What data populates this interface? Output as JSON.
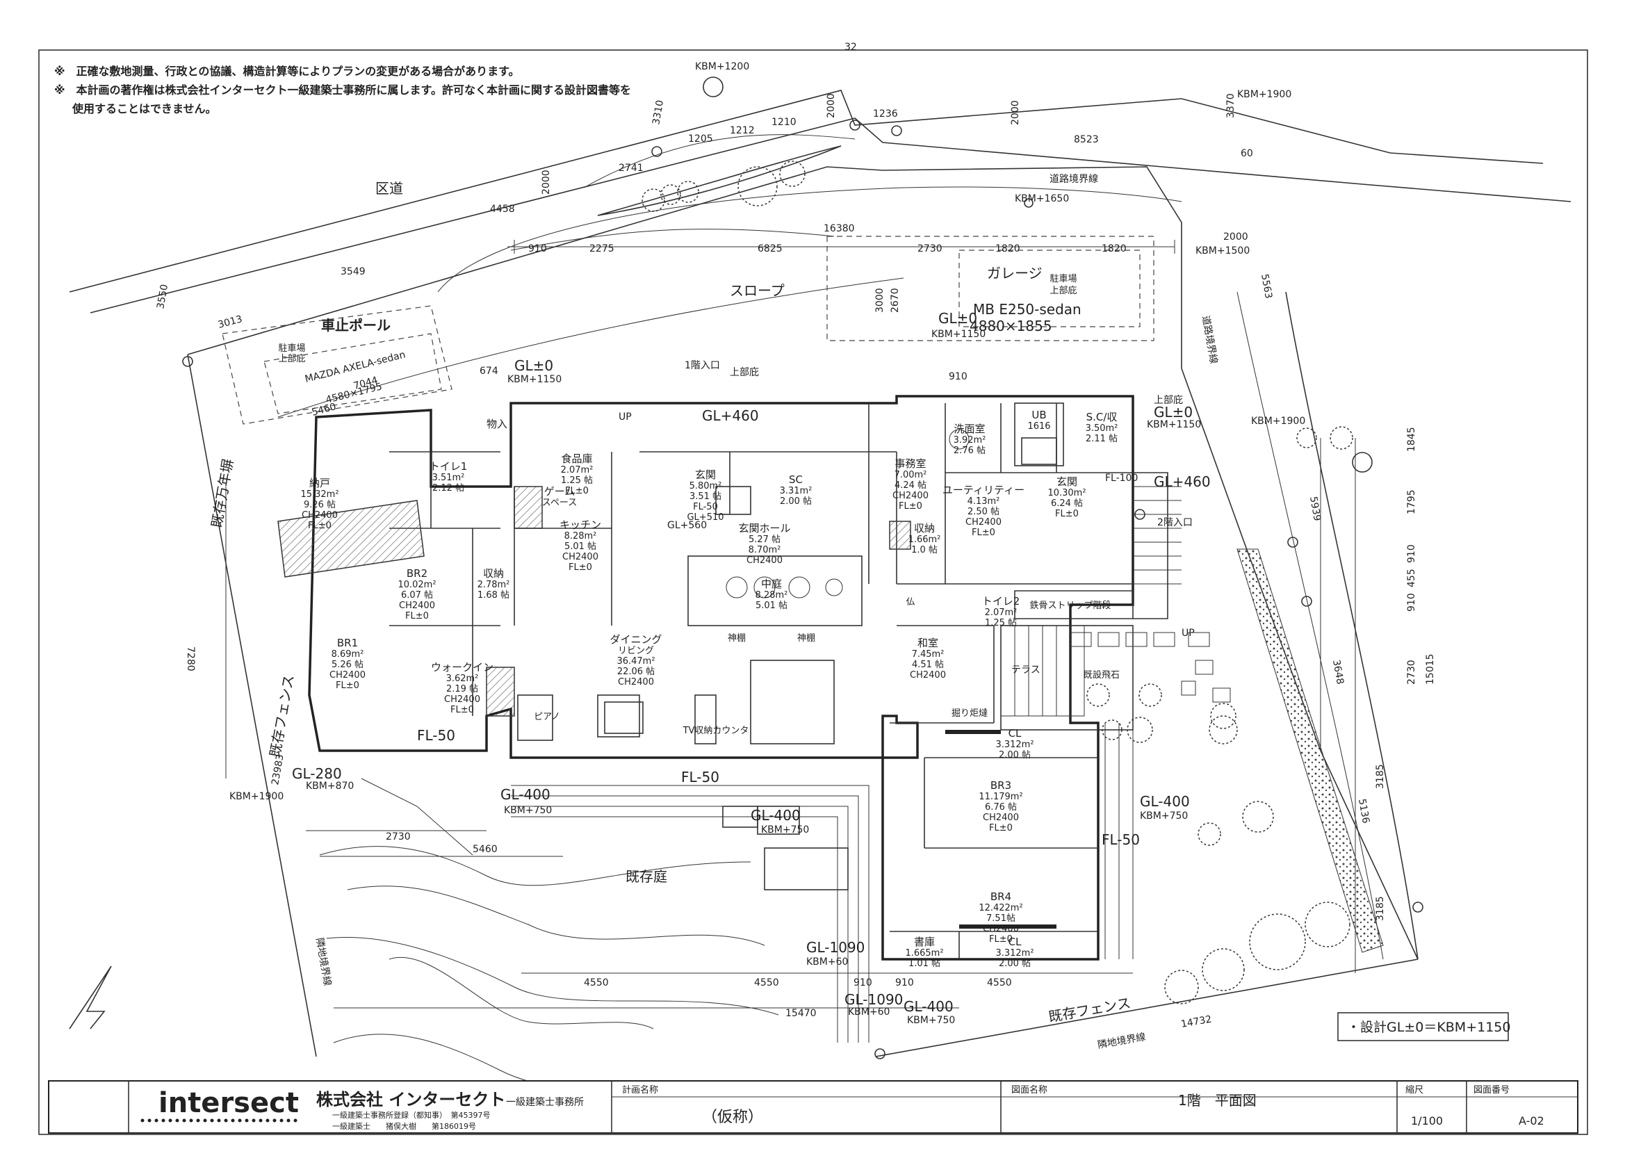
{
  "notes": [
    "※　正確な敷地測量、行政との協議、構造計算等によりプランの変更がある場合があります。",
    "※　本計画の著作権は株式会社インターセクト一級建築士事務所に属します。許可なく本計画に関する設計図書等を",
    "使用することはできません。"
  ],
  "site_labels": {
    "road": "区道",
    "slope": "スロープ",
    "garage": "ガレージ",
    "car_stop": "車止ポール",
    "parking_top_1": "駐車場",
    "parking_top_2": "上部庇",
    "parking_right_1": "駐車場",
    "parking_right_2": "上部庇",
    "car_left_1": "MAZDA AXELA-sedan",
    "car_left_2": "4580×1795",
    "car_right_1": "MB E250-sedan",
    "car_right_2": "4880×1855",
    "entrance1": "1階入口",
    "eave": "上部庇",
    "eave2": "上部庇",
    "entrance2": "2階入口",
    "existing_wall_left": "既存万年塀",
    "existing_fence_left": "既存フェンス",
    "existing_fence_bottom": "既存フェンス",
    "existing_garden": "既存庭",
    "terrace": "テラス",
    "horigotatsu": "掘り炬燵",
    "gl0": "GL±0",
    "kbm1150": "KBM+1150",
    "gl460": "GL+460",
    "gl560": "GL+560",
    "gl_minus400": "GL-400",
    "gl_minus1090": "GL-1090",
    "gl_minus280": "GL-280",
    "kbm750": "KBM+750",
    "kbm60": "KBM+60",
    "kbm870": "KBM+870",
    "kbm1900": "KBM+1900",
    "kbm1200": "KBM+1200",
    "kbm1650": "KBM+1650",
    "kbm1500": "KBM+1500",
    "fl_minus50": "FL-50",
    "fl_minus100": "FL-100",
    "up": "UP",
    "boundary": "隣地境界線",
    "road_boundary": "道路境界線",
    "shrine": "仏",
    "stairs": "鉄骨ストリップ階段",
    "step_stones": "既設飛石",
    "tv": "TV収納カウンタ",
    "piano": "ピアノ",
    "wardrobe_bed": "神棚",
    "north": "N"
  },
  "rooms": [
    {
      "name": "納戸",
      "l2": "15.32m²",
      "l3": "9.26 帖",
      "l4": "CH2400",
      "l5": "FL±0"
    },
    {
      "name": "トイレ1",
      "l2": "3.51m²",
      "l3": "2.12 帖",
      "l4": "",
      "l5": ""
    },
    {
      "name": "物入",
      "l2": "",
      "l3": "",
      "l4": "",
      "l5": ""
    },
    {
      "name": "食品庫",
      "l2": "2.07m²",
      "l3": "1.25 帖",
      "l4": "FL±0",
      "l5": ""
    },
    {
      "name": "ゲーム",
      "l2": "スペース",
      "l3": "",
      "l4": "",
      "l5": ""
    },
    {
      "name": "キッチン",
      "l2": "8.28m²",
      "l3": "5.01 帖",
      "l4": "CH2400",
      "l5": "FL±0"
    },
    {
      "name": "BR2",
      "l2": "10.02m²",
      "l3": "6.07 帖",
      "l4": "CH2400",
      "l5": "FL±0"
    },
    {
      "name": "BR1",
      "l2": "8.69m²",
      "l3": "5.26 帖",
      "l4": "CH2400",
      "l5": "FL±0"
    },
    {
      "name": "収納",
      "l2": "2.78m²",
      "l3": "1.68 帖",
      "l4": "",
      "l5": ""
    },
    {
      "name": "ウォークイン",
      "l2": "3.62m²",
      "l3": "2.19 帖",
      "l4": "CH2400",
      "l5": "FL±0"
    },
    {
      "name": "ダイニング",
      "l2": "リビング",
      "l3": "36.47m²",
      "l4": "22.06 帖",
      "l5": "CH2400"
    },
    {
      "name": "玄関",
      "l2": "5.80m²",
      "l3": "3.51 帖",
      "l4": "FL-50",
      "l5": "GL+510"
    },
    {
      "name": "SC",
      "l2": "3.31m²",
      "l3": "2.00 帖",
      "l4": "",
      "l5": ""
    },
    {
      "name": "玄関ホール",
      "l2": "5.27 帖",
      "l3": "8.70m²",
      "l4": "CH2400",
      "l5": ""
    },
    {
      "name": "中庭",
      "l2": "8.28m²",
      "l3": "5.01 帖",
      "l4": "",
      "l5": ""
    },
    {
      "name": "事務室",
      "l2": "7.00m²",
      "l3": "4.24 帖",
      "l4": "CH2400",
      "l5": "FL±0"
    },
    {
      "name": "洗面室",
      "l2": "3.92m²",
      "l3": "2.76 帖",
      "l4": "",
      "l5": ""
    },
    {
      "name": "ユーティリティー",
      "l2": "4.13m²",
      "l3": "2.50 帖",
      "l4": "CH2400",
      "l5": "FL±0"
    },
    {
      "name": "UB",
      "l2": "1616",
      "l3": "",
      "l4": "",
      "l5": ""
    },
    {
      "name": "S.C/収",
      "l2": "3.50m²",
      "l3": "2.11 帖",
      "l4": "",
      "l5": ""
    },
    {
      "name": "玄関",
      "l2": "10.30m²",
      "l3": "6.24 帖",
      "l4": "FL±0",
      "l5": ""
    },
    {
      "name": "収納",
      "l2": "1.66m²",
      "l3": "1.0 帖",
      "l4": "",
      "l5": ""
    },
    {
      "name": "トイレ2",
      "l2": "2.07m²",
      "l3": "1.25 帖",
      "l4": "",
      "l5": ""
    },
    {
      "name": "和室",
      "l2": "7.45m²",
      "l3": "4.51 帖",
      "l4": "CH2400",
      "l5": ""
    },
    {
      "name": "CL",
      "l2": "3.312m²",
      "l3": "2.00 帖",
      "l4": "",
      "l5": ""
    },
    {
      "name": "BR3",
      "l2": "11.179m²",
      "l3": "6.76 帖",
      "l4": "CH2400",
      "l5": "FL±0"
    },
    {
      "name": "BR4",
      "l2": "12.422m²",
      "l3": "7.51帖",
      "l4": "CH2400",
      "l5": "FL±0"
    },
    {
      "name": "書庫",
      "l2": "1.665m²",
      "l3": "1.01 帖",
      "l4": "",
      "l5": ""
    },
    {
      "name": "CL",
      "l2": "3.312m²",
      "l3": "2.00 帖",
      "l4": "",
      "l5": ""
    }
  ],
  "dimensions": {
    "d16380": "16380",
    "d910a": "910",
    "d2275": "2275",
    "d6825": "6825",
    "d2730a": "2730",
    "d1820a": "1820",
    "d1820b": "1820",
    "d3000": "3000",
    "d2670": "2670",
    "d4550a": "4550",
    "d4550b": "4550",
    "d910b": "910",
    "d910c": "910",
    "d4550c": "4550",
    "d15470": "15470",
    "d14732": "14732",
    "d2730b": "2730",
    "d5460a": "5460",
    "d7280": "7280",
    "d23983": "23983",
    "d8523": "8523",
    "d2000a": "2000",
    "d2000b": "2000",
    "d2000c": "2000",
    "d3370": "3370",
    "d1236": "1236",
    "d1205": "1205",
    "d1212": "1212",
    "d1210": "1210",
    "d2741": "2741",
    "d4458": "4458",
    "d3310": "3310",
    "d3549": "3549",
    "d3013": "3013",
    "d3550": "3550",
    "d5563": "5563",
    "d5939": "5939",
    "d3648": "3648",
    "d3185a": "3185",
    "d5136": "5136",
    "d3185b": "3185",
    "d1845": "1845",
    "d1795": "1795",
    "d910d": "910",
    "d455": "455",
    "d910e": "910",
    "d2730c": "2730",
    "d15015": "15015",
    "d910f": "910",
    "d674": "674",
    "d5460b": "5460",
    "d7044": "7044",
    "d60": "60",
    "d32": "32"
  },
  "legend_box": "・設計GL±0＝KBM+1150",
  "title_block": {
    "logo": "intersect",
    "company": "株式会社 インターセクト",
    "company_suffix": "一級建築士事務所",
    "reg1": "一級建築士事務所登録（都知事）　第45397号",
    "reg2": "一級建築士　　猪俣大樹　　第186019号",
    "project_label": "計画名称",
    "project_value": "（仮称）",
    "drawing_label": "図面名称",
    "drawing_value": "1階　平面図",
    "scale_label": "縮尺",
    "scale_value": "1/100",
    "number_label": "図面番号",
    "number_value": "A-02"
  }
}
